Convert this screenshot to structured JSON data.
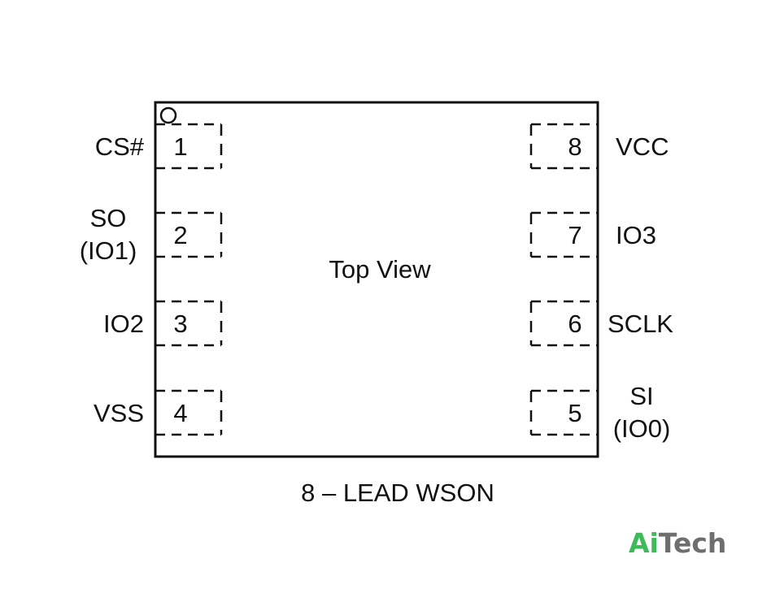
{
  "center_label": "Top View",
  "caption": "8 – LEAD WSON",
  "logo": {
    "part1": "Ai",
    "part2": "Tech",
    "color1": "#3dbb5a",
    "color2": "#6e6e6e"
  },
  "pins_left": [
    {
      "num": "1",
      "lines": [
        "CS#"
      ]
    },
    {
      "num": "2",
      "lines": [
        "SO",
        "(IO1)"
      ]
    },
    {
      "num": "3",
      "lines": [
        "IO2"
      ]
    },
    {
      "num": "4",
      "lines": [
        "VSS"
      ]
    }
  ],
  "pins_right": [
    {
      "num": "8",
      "lines": [
        "VCC"
      ]
    },
    {
      "num": "7",
      "lines": [
        "IO3"
      ]
    },
    {
      "num": "6",
      "lines": [
        "SCLK"
      ]
    },
    {
      "num": "5",
      "lines": [
        "SI",
        "(IO0)"
      ]
    }
  ]
}
